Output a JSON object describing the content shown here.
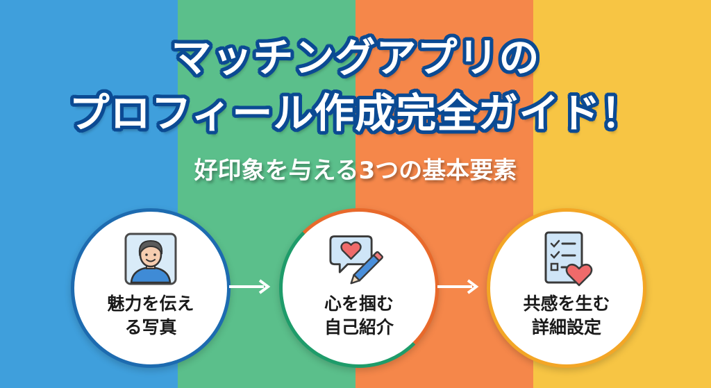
{
  "colors": {
    "stripe_blue": "#3f9fdc",
    "stripe_green": "#5bbf8b",
    "stripe_orange": "#f5874a",
    "stripe_yellow": "#f7c544",
    "title_outline": "#0b4a93",
    "circle1_border": "#1d6bb0",
    "circle2_border_left": "#1e9c6a",
    "circle2_border_right": "#e8692b",
    "circle3_border": "#f3a626",
    "heart": "#ef6a6a"
  },
  "title": {
    "line1": "マッチングアプリの",
    "line2": "プロフィール作成完全ガイド！"
  },
  "subtitle": "好印象を与える3つの基本要素",
  "steps": [
    {
      "icon": "profile-photo-icon",
      "label_line1": "魅力を伝え",
      "label_line2": "る写真"
    },
    {
      "icon": "speech-bubble-pencil-icon",
      "label_line1": "心を掴む",
      "label_line2": "自己紹介"
    },
    {
      "icon": "checklist-heart-icon",
      "label_line1": "共感を生む",
      "label_line2": "詳細設定"
    }
  ],
  "arrows": [
    "arrow-right-icon",
    "arrow-right-icon"
  ]
}
